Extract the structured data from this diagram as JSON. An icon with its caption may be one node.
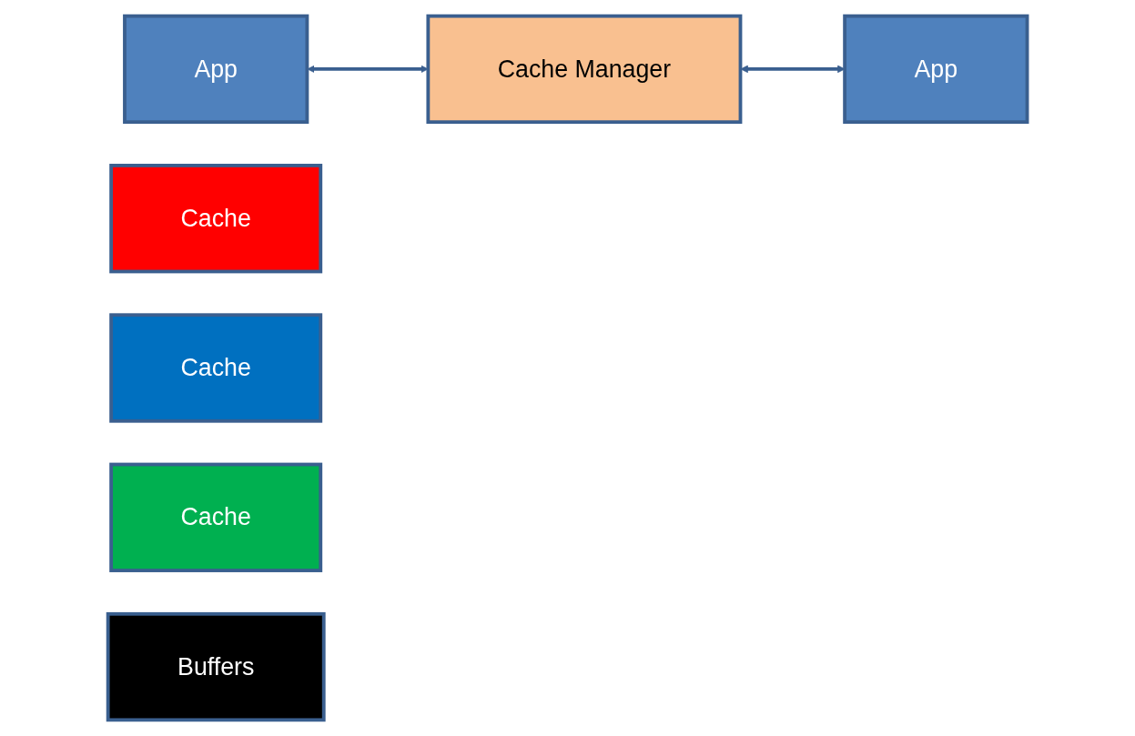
{
  "diagram": {
    "nodes": [
      {
        "text": [
          "App"
        ]
      },
      {
        "text": [
          "Cache Manager"
        ]
      },
      {
        "text": [
          "App"
        ]
      },
      {
        "text": [
          "Cache"
        ]
      },
      {
        "text": [
          "Cache"
        ]
      },
      {
        "text": [
          "Cache"
        ]
      },
      {
        "text": [
          "Buffers"
        ]
      }
    ],
    "edges": [
      {
        "from": 0,
        "to": 1,
        "arrow": "both"
      },
      {
        "from": 1,
        "to": 2,
        "arrow": "both"
      }
    ]
  }
}
